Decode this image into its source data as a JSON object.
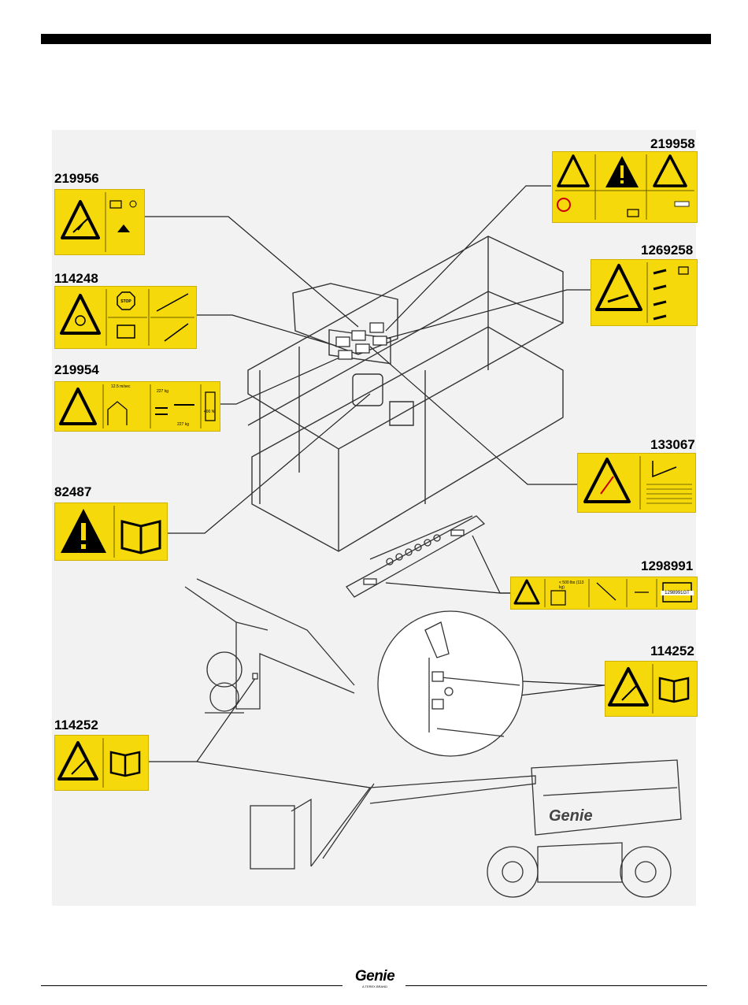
{
  "labels": {
    "l219956": "219956",
    "l114248": "114248",
    "l219954": "219954",
    "l82487": "82487",
    "l114252a": "114252",
    "l219958": "219958",
    "l1269258": "1269258",
    "l133067": "133067",
    "l1298991": "1298991",
    "l114252b": "114252"
  },
  "decal_text": {
    "d219954_speed": "12.5 m/sec",
    "d219954_kg1": "227 kg",
    "d219954_kg2": "227 kg",
    "d219954_n": "400 N",
    "d114248_stop": "STOP",
    "d1298991_cap": "< 500 lbs (113 kg)",
    "d1298991_serial": "1298991GT"
  },
  "footer": {
    "brand": "Genie",
    "sub": "A TEREX BRAND"
  },
  "icons": [
    "warning-triangle-icon",
    "manual-book-icon",
    "stop-sign-icon",
    "exclamation-triangle-icon"
  ],
  "colors": {
    "decal_yellow": "#f5d90a",
    "ink": "#000000",
    "background": "#f2f2f2"
  }
}
